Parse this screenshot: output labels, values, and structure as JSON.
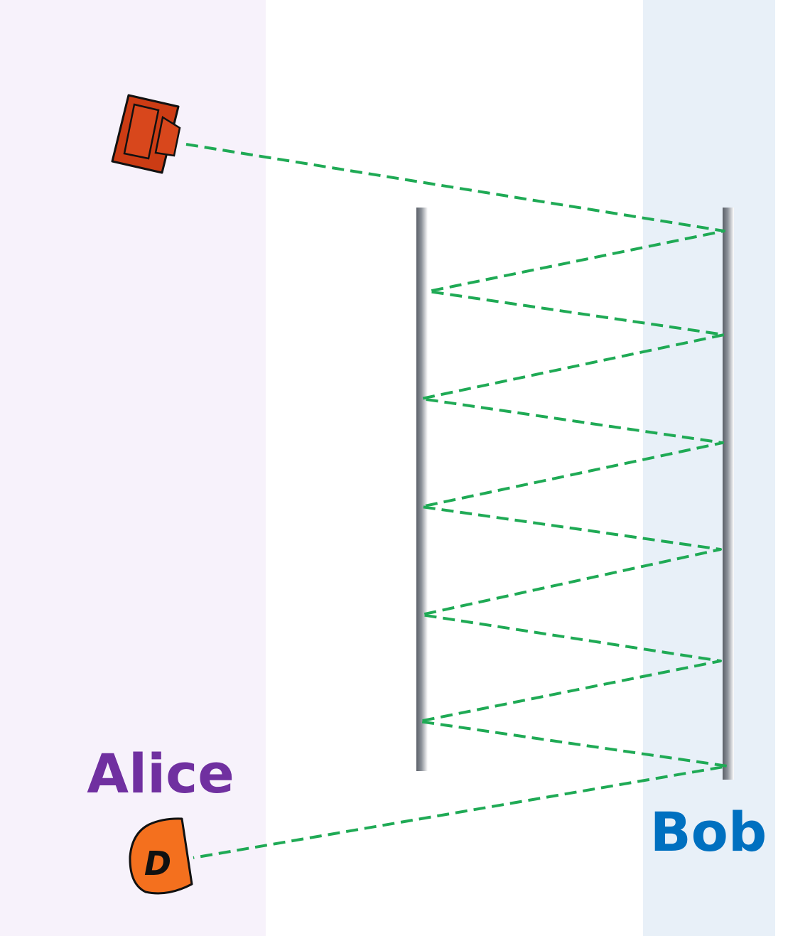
{
  "parties": {
    "alice": {
      "label": "Alice",
      "color": "#7030a0",
      "background": "#f7f2fb"
    },
    "bob": {
      "label": "Bob",
      "color": "#0070c0",
      "background": "#e8f0f8"
    }
  },
  "devices": {
    "source": {
      "icon": "laser-source-icon",
      "fill": "#cc3c14"
    },
    "detector": {
      "icon": "detector-icon",
      "label": "D",
      "fill": "#f4701e"
    }
  },
  "beam": {
    "color": "#1faa55",
    "style": "dashed"
  },
  "mirrors": {
    "count": 2,
    "color": "#7a7f88"
  }
}
